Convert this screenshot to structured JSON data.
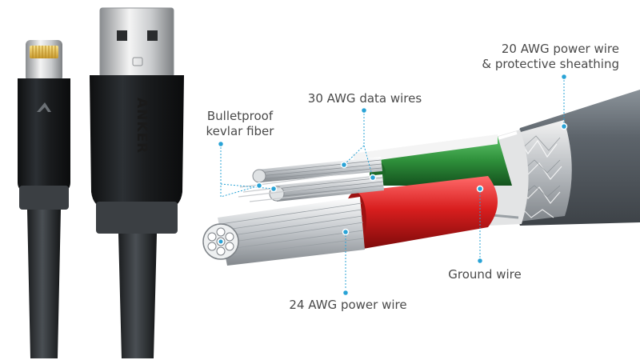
{
  "product": {
    "brand_logo": "ANKER",
    "usb_connector_icon": "usb-a-connector-icon",
    "lightning_connector_icon": "lightning-connector-icon"
  },
  "callouts": {
    "kevlar": "Bulletproof\nkevlar fiber",
    "data_wires": "30 AWG data wires",
    "power_20": "20 AWG power wire\n& protective sheathing",
    "ground": "Ground wire",
    "power_24": "24 AWG power wire"
  },
  "colors": {
    "callout_dot": "#29a3d6",
    "green_wire": "#2e8f3a",
    "red_wire": "#d81e1e",
    "sheath": "#6a7178",
    "cable_body": "#1f2225"
  }
}
